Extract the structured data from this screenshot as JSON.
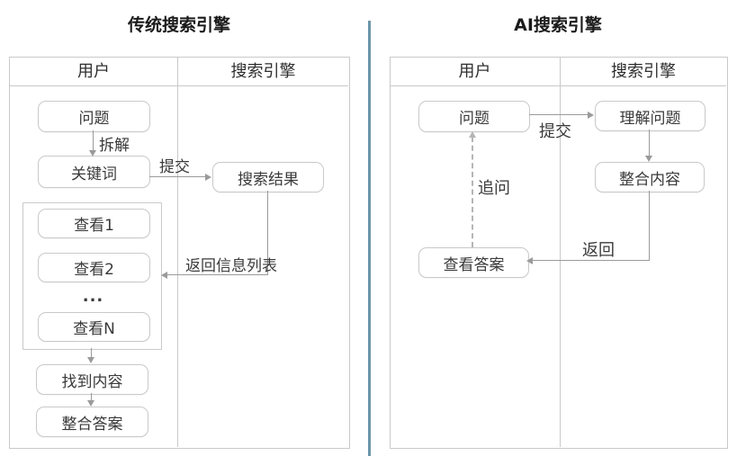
{
  "left": {
    "title": "传统搜索引擎",
    "columns": {
      "user": "用户",
      "engine": "搜索引擎"
    },
    "nodes": {
      "question": "问题",
      "keywords": "关键词",
      "search_results": "搜索结果",
      "view1": "查看1",
      "view2": "查看2",
      "ellipsis": "...",
      "viewN": "查看N",
      "found_content": "找到内容",
      "integrate_answer": "整合答案"
    },
    "labels": {
      "decompose": "拆解",
      "submit": "提交",
      "return_list": "返回信息列表"
    }
  },
  "right": {
    "title": "AI搜索引擎",
    "columns": {
      "user": "用户",
      "engine": "搜索引擎"
    },
    "nodes": {
      "question": "问题",
      "understand_question": "理解问题",
      "integrate_content": "整合内容",
      "view_answer": "查看答案"
    },
    "labels": {
      "submit": "提交",
      "follow_up": "追问",
      "return": "返回"
    }
  },
  "colors": {
    "divider": "#6c96a9",
    "border": "#c9c9c9",
    "arrow": "#9a9a9a",
    "text": "#333333",
    "title": "#1a1a1a"
  }
}
